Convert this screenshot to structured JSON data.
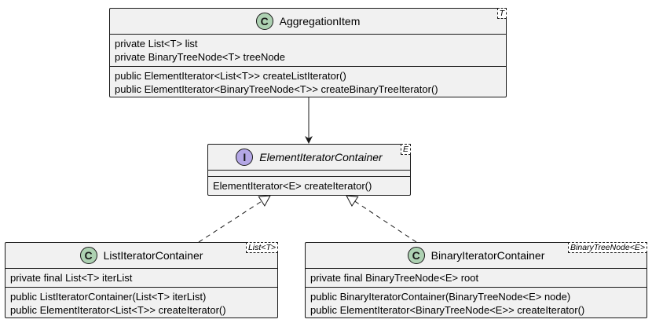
{
  "diagram": {
    "aggregation_item": {
      "badge": "C",
      "name": "AggregationItem",
      "type_param": "T",
      "fields": [
        "private List<T> list",
        "private BinaryTreeNode<T> treeNode"
      ],
      "methods": [
        "public ElementIterator<List<T>> createListIterator()",
        "public ElementIterator<BinaryTreeNode<T>> createBinaryTreeIterator()"
      ]
    },
    "element_iterator_container": {
      "badge": "I",
      "name": "ElementIteratorContainer",
      "type_param": "E",
      "methods": [
        "ElementIterator<E> createIterator()"
      ]
    },
    "list_iterator_container": {
      "badge": "C",
      "name": "ListIteratorContainer",
      "type_param": "List<T>",
      "fields": [
        "private final List<T> iterList"
      ],
      "methods": [
        "public ListIteratorContainer(List<T> iterList)",
        "public ElementIterator<List<T>> createIterator()"
      ]
    },
    "binary_iterator_container": {
      "badge": "C",
      "name": "BinaryIteratorContainer",
      "type_param": "BinaryTreeNode<E>",
      "fields": [
        "private final BinaryTreeNode<E> root"
      ],
      "methods": [
        "public BinaryIteratorContainer(BinaryTreeNode<E> node)",
        "public ElementIterator<BinaryTreeNode<E>> createIterator()"
      ]
    }
  },
  "colors": {
    "box_fill": "#f1f1f1",
    "border": "#181818",
    "class_badge": "#add1b2",
    "interface_badge": "#b4a7e5"
  }
}
